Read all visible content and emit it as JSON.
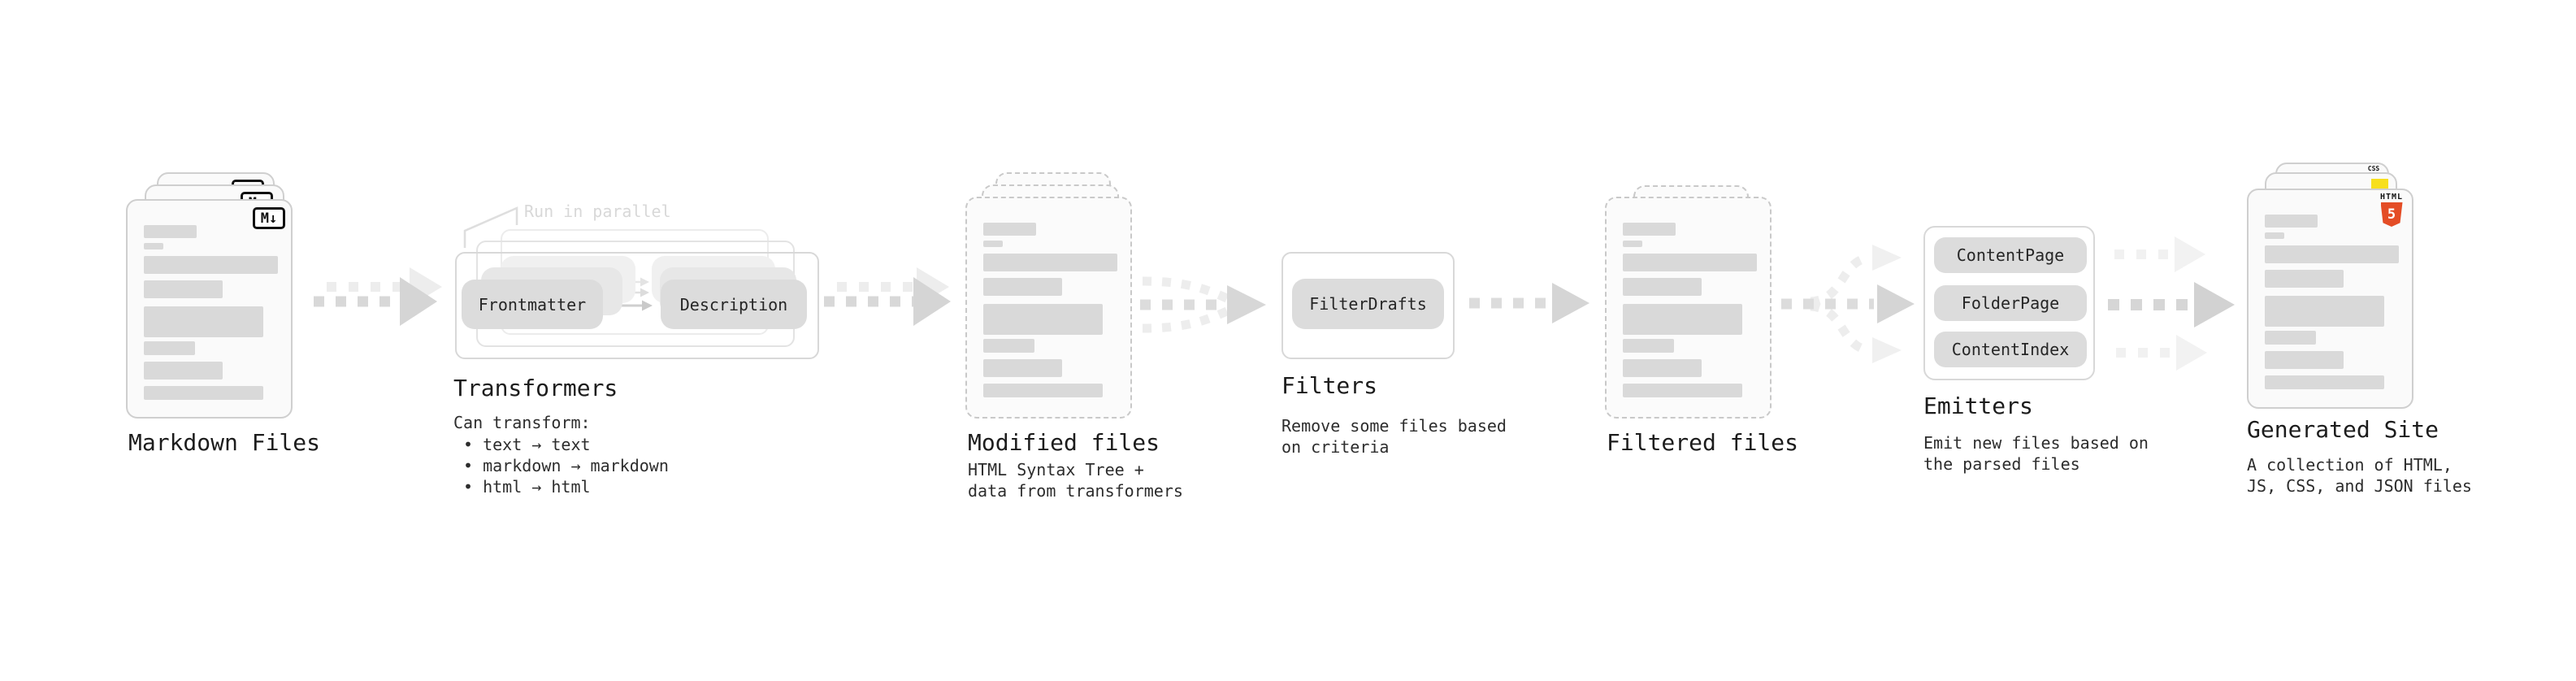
{
  "stages": {
    "markdown": {
      "label": "Markdown Files"
    },
    "transformers": {
      "label": "Transformers",
      "callout": "Run in parallel",
      "pills": {
        "frontmatter": "Frontmatter",
        "description": "Description"
      },
      "desc_title": "Can transform:",
      "bullets": [
        "• text → text",
        "• markdown → markdown",
        "• html → html"
      ]
    },
    "modified": {
      "label": "Modified files",
      "desc1": "HTML Syntax Tree +",
      "desc2": "data from transformers"
    },
    "filters": {
      "label": "Filters",
      "pill": "FilterDrafts",
      "desc1": "Remove some files based",
      "desc2": "on criteria"
    },
    "filtered": {
      "label": "Filtered files"
    },
    "emitters": {
      "label": "Emitters",
      "pills": [
        "ContentPage",
        "FolderPage",
        "ContentIndex"
      ],
      "desc1": "Emit new files based on",
      "desc2": "the parsed files"
    },
    "generated": {
      "label": "Generated Site",
      "desc1": "A collection of HTML,",
      "desc2": "JS, CSS, and JSON files"
    }
  },
  "icons": {
    "markdown_badge": "M↓",
    "html5_text": "HTML",
    "html5_number": "5",
    "css_text": "CSS"
  },
  "colors": {
    "html5_orange": "#e44d26",
    "js_yellow": "#f7df1e",
    "css_blue": "#1572b6",
    "skeleton_gray": "#d9d9d9",
    "arrow_gray": "#d8d8d8",
    "arrow_light": "#ededed"
  }
}
